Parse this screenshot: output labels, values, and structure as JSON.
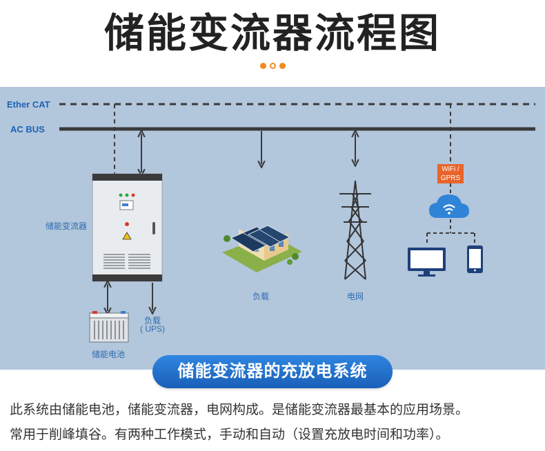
{
  "title": "储能变流器流程图",
  "bus": {
    "ethercat": "Ether CAT",
    "acbus": "AC BUS"
  },
  "devices": {
    "pcs": "储能变流器",
    "load_house": "负载",
    "grid": "电网",
    "battery": "储能电池",
    "ups_load_line1": "负载",
    "ups_load_line2": "( UPS)",
    "wifi_line1": "WiFi /",
    "wifi_line2": "GPRS"
  },
  "caption": "储能变流器的充放电系统",
  "description": {
    "line1": "此系统由储能电池，储能变流器，电网构成。是储能变流器最基本的应用场景。",
    "line2": "常用于削峰填谷。有两种工作模式，手动和自动（设置充放电时间和功率）。"
  },
  "colors": {
    "accent": "#f28a1e",
    "panel": "#b2c6dc",
    "label_blue": "#1a63b5",
    "pill": "#1f6fd0",
    "wifi_tag": "#e8642a"
  }
}
